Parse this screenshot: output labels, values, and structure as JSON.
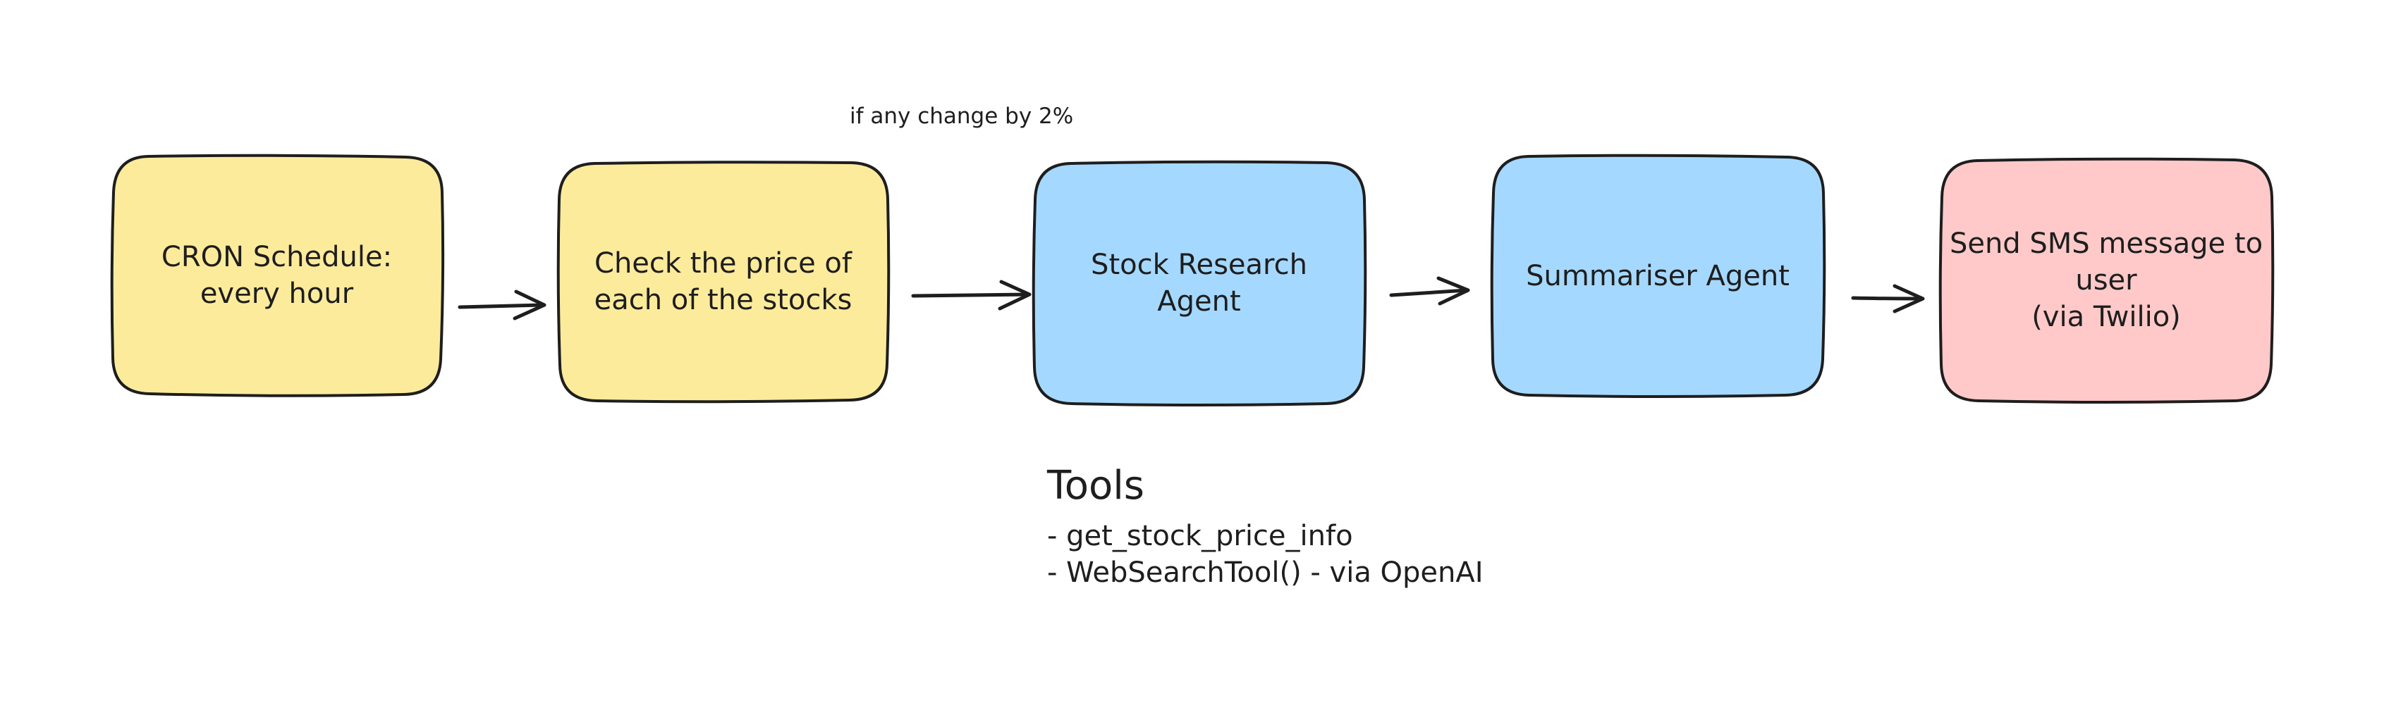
{
  "colors": {
    "yellow": "#fdeb9c",
    "blue": "#a5d8ff",
    "pink": "#ffc9c9",
    "stroke": "#1e1e1e"
  },
  "nodes": [
    {
      "id": "cron",
      "label": "CRON Schedule:\nevery hour",
      "color": "yellow"
    },
    {
      "id": "check",
      "label": "Check the price of\neach of the stocks",
      "color": "yellow"
    },
    {
      "id": "research",
      "label": "Stock Research\nAgent",
      "color": "blue"
    },
    {
      "id": "summariser",
      "label": "Summariser Agent",
      "color": "blue"
    },
    {
      "id": "sms",
      "label": "Send SMS message to\nuser\n(via Twilio)",
      "color": "pink"
    }
  ],
  "edges": [
    {
      "from": "cron",
      "to": "check",
      "label": ""
    },
    {
      "from": "check",
      "to": "research",
      "label": "if any change by 2%"
    },
    {
      "from": "research",
      "to": "summariser",
      "label": ""
    },
    {
      "from": "summariser",
      "to": "sms",
      "label": ""
    }
  ],
  "tools": {
    "title": "Tools",
    "items": [
      "- get_stock_price_info",
      "- WebSearchTool() - via OpenAI"
    ]
  }
}
